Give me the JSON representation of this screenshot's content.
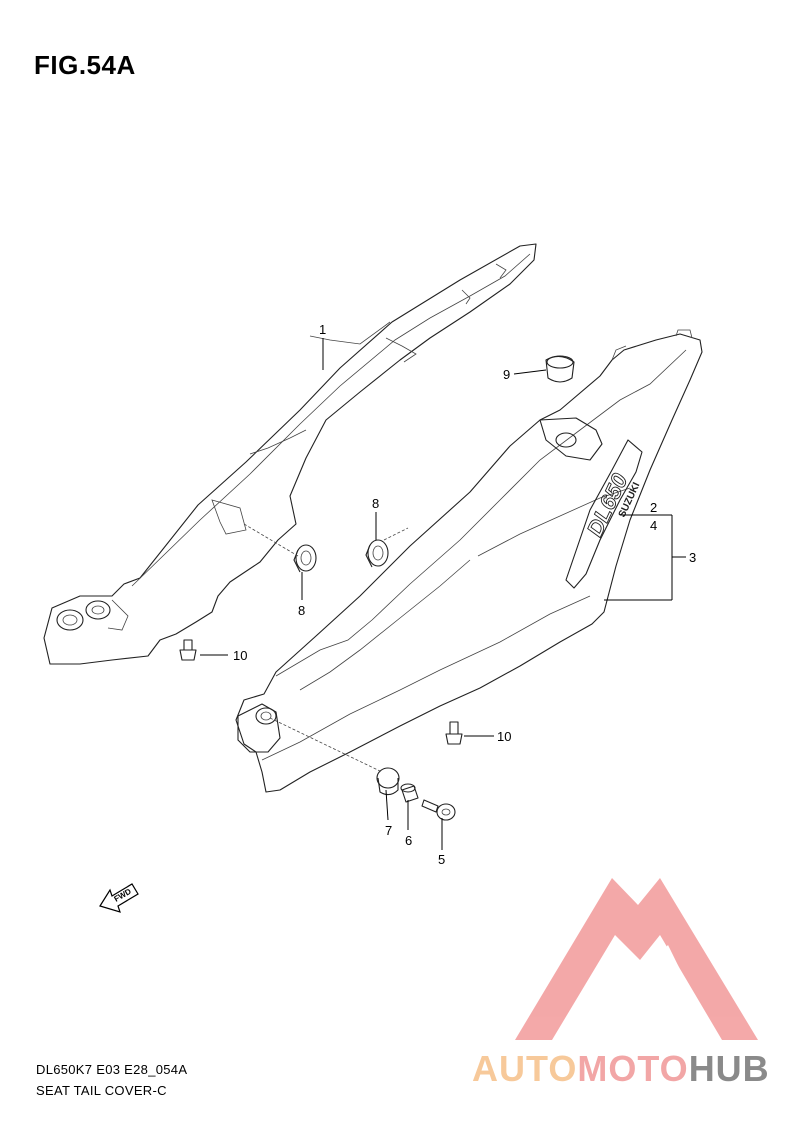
{
  "figure": {
    "title": "FIG.54A",
    "model_code": "DL650K7 E03 E28_054A",
    "caption": "SEAT TAIL COVER-C"
  },
  "callouts": {
    "p1": "1",
    "p2": "2",
    "p3": "3",
    "p4": "4",
    "p5": "5",
    "p6": "6",
    "p7": "7",
    "p8a": "8",
    "p8b": "8",
    "p9": "9",
    "p10a": "10",
    "p10b": "10"
  },
  "decal": {
    "model": "DL650",
    "brand": "SUZUKI"
  },
  "arrow_label": "FWD",
  "watermark": {
    "part1": "AUTO",
    "part2": "MOTO",
    "part3": "HUB",
    "colors": {
      "auto": "#f7c99a",
      "moto": "#f2a6a6",
      "hub": "#8a8a8a",
      "logo": "#f08a8a"
    }
  }
}
